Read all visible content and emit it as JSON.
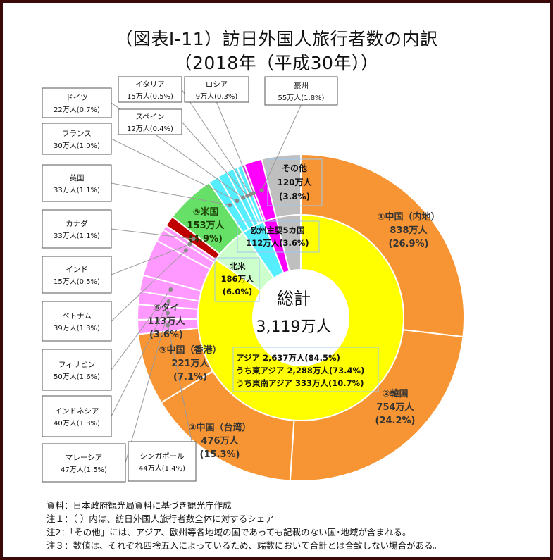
{
  "title_line1": "（図表Ⅰ-11）訪日外国人旅行者数の内訳",
  "title_line2": "（2018年（平成30年））",
  "chart_data": {
    "type": "pie",
    "style": "nested donut",
    "center_label": "総計",
    "center_value": "3,119万人",
    "outer_ring": [
      {
        "name": "①中国（内地）",
        "value": 838,
        "display": "838万人",
        "share": "(26.9%)",
        "color": "#f79433"
      },
      {
        "name": "②韓国",
        "value": 754,
        "display": "754万人",
        "share": "(24.2%)",
        "color": "#f79433"
      },
      {
        "name": "③中国（台湾）",
        "value": 476,
        "display": "476万人",
        "share": "(15.3%)",
        "color": "#f79433"
      },
      {
        "name": "③中国（香港）",
        "value": 221,
        "display": "221万人",
        "share": "(7.1%)",
        "color": "#f79433"
      },
      {
        "name": "シンガポール",
        "value": 44,
        "display": "44万人",
        "share": "(1.4%)",
        "color": "#ff99ff"
      },
      {
        "name": "マレーシア",
        "value": 47,
        "display": "47万人",
        "share": "(1.5%)",
        "color": "#ff99ff"
      },
      {
        "name": "インドネシア",
        "value": 40,
        "display": "40万人",
        "share": "(1.3%)",
        "color": "#ff99ff"
      },
      {
        "name": "フィリピン",
        "value": 50,
        "display": "50万人",
        "share": "(1.6%)",
        "color": "#ff99ff"
      },
      {
        "name": "⑥タイ",
        "value": 113,
        "display": "113万人",
        "share": "(3.6%)",
        "color": "#ff99ff"
      },
      {
        "name": "ベトナム",
        "value": 39,
        "display": "39万人",
        "share": "(1.3%)",
        "color": "#ff99ff"
      },
      {
        "name": "インド",
        "value": 15,
        "display": "15万人",
        "share": "(0.5%)",
        "color": "#ff99ff"
      },
      {
        "name": "カナダ",
        "value": 33,
        "display": "33万人",
        "share": "(1.1%)",
        "color": "#c00000"
      },
      {
        "name": "⑤米国",
        "value": 153,
        "display": "153万人",
        "share": "(4.9%)",
        "color": "#66e066"
      },
      {
        "name": "英国",
        "value": 33,
        "display": "33万人",
        "share": "(1.1%)",
        "color": "#55eeff"
      },
      {
        "name": "フランス",
        "value": 30,
        "display": "30万人",
        "share": "(1.0%)",
        "color": "#55eeff"
      },
      {
        "name": "ドイツ",
        "value": 22,
        "display": "22万人",
        "share": "(0.7%)",
        "color": "#55eeff"
      },
      {
        "name": "スペイン",
        "value": 12,
        "display": "12万人",
        "share": "(0.4%)",
        "color": "#55eeff"
      },
      {
        "name": "イタリア",
        "value": 15,
        "display": "15万人",
        "share": "(0.5%)",
        "color": "#55eeff"
      },
      {
        "name": "ロシア",
        "value": 9,
        "display": "9万人",
        "share": "(0.3%)",
        "color": "#ff00ff"
      },
      {
        "name": "豪州",
        "value": 55,
        "display": "55万人",
        "share": "(1.8%)",
        "color": "#ff00ff"
      },
      {
        "name": "その他",
        "value": 120,
        "display": "120万人",
        "share": "(3.8%)",
        "color": "#bfbfbf"
      }
    ],
    "inner_ring": [
      {
        "name": "アジア",
        "value": 2637,
        "color": "#ffff00"
      },
      {
        "name": "北米",
        "value": 186,
        "color": "#ccffcc"
      },
      {
        "name": "欧州主要5カ国",
        "value": 112,
        "color": "#55eeff"
      },
      {
        "name": "豪州・ロシア",
        "value": 64,
        "color": "#ff00ff"
      },
      {
        "name": "その他",
        "value": 120,
        "color": "#bfbfbf"
      }
    ],
    "inner_labels": {
      "asia": [
        "アジア 2,637万人(84.5%)",
        "うち東アジア 2,288万人(73.4%)",
        "うち東南アジア 333万人(10.7%)"
      ],
      "north_america": [
        "北米",
        "186万人",
        "(6.0%)"
      ],
      "europe5": [
        "欧州主要5カ国",
        "112万人(3.6%)"
      ],
      "other": [
        "その他",
        "120万人",
        "(3.8%)"
      ]
    },
    "callouts": [
      {
        "name": "ドイツ",
        "value": "22万人(0.7%)"
      },
      {
        "name": "イタリア",
        "value": "15万人(0.5%)"
      },
      {
        "name": "ロシア",
        "value": "9万人(0.3%)"
      },
      {
        "name": "豪州",
        "value": "55万人(1.8%)"
      },
      {
        "name": "スペイン",
        "value": "12万人(0.4%)"
      },
      {
        "name": "フランス",
        "value": "30万人(1.0%)"
      },
      {
        "name": "英国",
        "value": "33万人(1.1%)"
      },
      {
        "name": "カナダ",
        "value": "33万人(1.1%)"
      },
      {
        "name": "インド",
        "value": "15万人(0.5%)"
      },
      {
        "name": "ベトナム",
        "value": "39万人(1.3%)"
      },
      {
        "name": "フィリピン",
        "value": "50万人(1.6%)"
      },
      {
        "name": "インドネシア",
        "value": "40万人(1.3%)"
      },
      {
        "name": "マレーシア",
        "value": "47万人(1.5%)"
      },
      {
        "name": "シンガポール",
        "value": "44万人(1.4%)"
      }
    ]
  },
  "notes": [
    "資料：日本政府観光局資料に基づき観光庁作成",
    "注１：（ ）内は、訪日外国人旅行者数全体に対するシェア",
    "注2：「その他」には、アジア、欧州等各地域の国であっても記載のない国･地域が含まれる。",
    "注３：数値は、それぞれ四捨五入によっているため、端数において合計とは合致しない場合がある。"
  ]
}
